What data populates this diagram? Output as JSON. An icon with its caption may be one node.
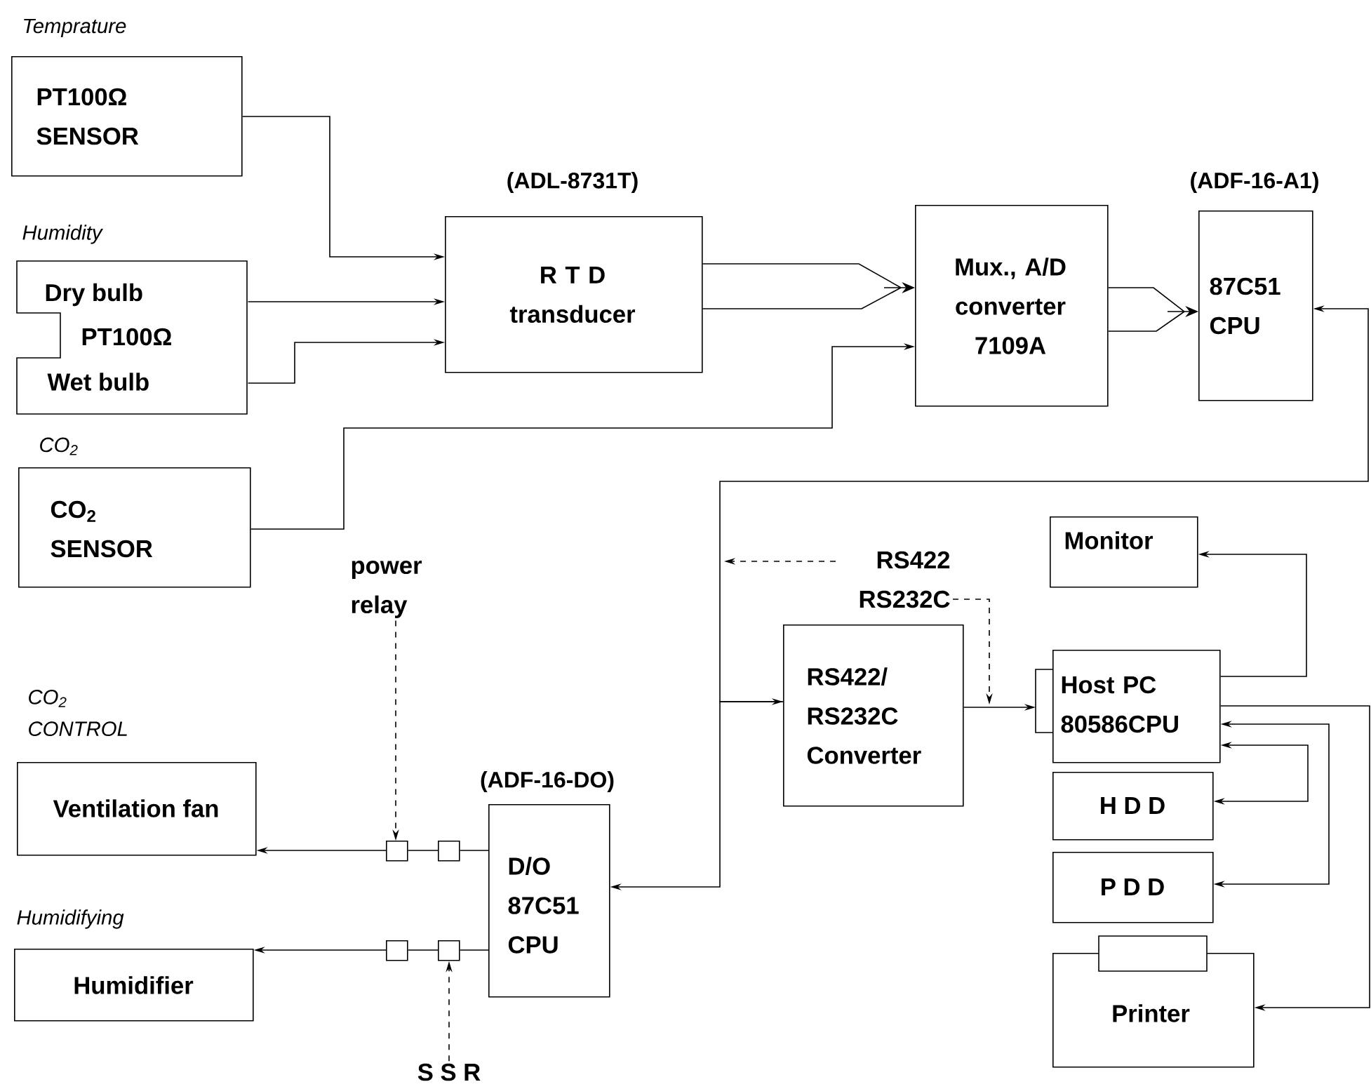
{
  "diagram": {
    "nodes": [
      {
        "text": [
          "Temprature",
          "PT100Ω SENSOR"
        ]
      },
      {
        "text": [
          "Humidity",
          "Dry bulb",
          "PT100Ω",
          "Wet bulb"
        ]
      },
      {
        "text": [
          "CO$_{2}$",
          "CO$_{2}$ SENSOR"
        ]
      },
      {
        "text": [
          "(ADL-8731T)",
          "R T D transducer"
        ]
      },
      {
        "text": [
          "Mux., A/D converter 7109A"
        ]
      },
      {
        "text": [
          "(ADF-16-A1)",
          "87C51 CPU"
        ]
      },
      {
        "text": [
          "Monitor"
        ]
      },
      {
        "text": [
          "RS422/ RS232C Converter"
        ]
      },
      {
        "text": [
          "Host PC 80586CPU"
        ]
      },
      {
        "text": [
          "H D D"
        ]
      },
      {
        "text": [
          "P D D"
        ]
      },
      {
        "text": [
          "Printer"
        ]
      },
      {
        "text": [
          "CO$_{2}$ CONTROL",
          "Ventilation fan"
        ]
      },
      {
        "text": [
          "Humidifying",
          "Humidifier"
        ]
      },
      {
        "text": [
          "(ADF-16-DO)",
          "D/O 87C51 CPU"
        ]
      },
      {
        "text": [],
        "shape": "box"
      },
      {
        "text": [],
        "shape": "box"
      },
      {
        "text": [],
        "shape": "box"
      },
      {
        "text": [],
        "shape": "box"
      },
      {
        "text": [
          "power relay"
        ]
      },
      {
        "text": [
          "S S R"
        ]
      },
      {
        "text": [
          "RS422 RS232C"
        ]
      }
    ],
    "edges": [
      {
        "from": 0,
        "to": 3,
        "arrow": "to"
      },
      {
        "from": 1,
        "to": 3,
        "arrow": "to"
      },
      {
        "from": 1,
        "to": 3,
        "arrow": "to"
      },
      {
        "from": 2,
        "to": 4,
        "arrow": "to"
      },
      {
        "from": 3,
        "to": 4,
        "arrow": "to"
      },
      {
        "from": 4,
        "to": 5,
        "arrow": "to"
      },
      {
        "from": 7,
        "to": 5,
        "arrow": "both"
      },
      {
        "from": 7,
        "to": 14,
        "arrow": "to"
      },
      {
        "from": 7,
        "to": 8,
        "arrow": "to"
      },
      {
        "from": 8,
        "to": 6,
        "arrow": "to"
      },
      {
        "from": 8,
        "to": 11,
        "arrow": "to"
      },
      {
        "from": 8,
        "to": 9,
        "arrow": "both"
      },
      {
        "from": 8,
        "to": 10,
        "arrow": "both"
      },
      {
        "from": 14,
        "to": 16,
        "arrow": "none"
      },
      {
        "from": 16,
        "to": 15,
        "arrow": "none"
      },
      {
        "from": 15,
        "to": 12,
        "arrow": "to"
      },
      {
        "from": 14,
        "to": 18,
        "arrow": "none"
      },
      {
        "from": 18,
        "to": 17,
        "arrow": "none"
      },
      {
        "from": 17,
        "to": 13,
        "arrow": "to"
      },
      {
        "from": 19,
        "to": 15,
        "arrow": "to",
        "style": "dashed"
      },
      {
        "from": 20,
        "to": 18,
        "arrow": "to",
        "style": "dashed"
      },
      {
        "from": 21,
        "to": null,
        "arrow": "to",
        "style": "dashed"
      },
      {
        "from": 21,
        "to": null,
        "arrow": "to",
        "style": "dashed"
      }
    ]
  }
}
